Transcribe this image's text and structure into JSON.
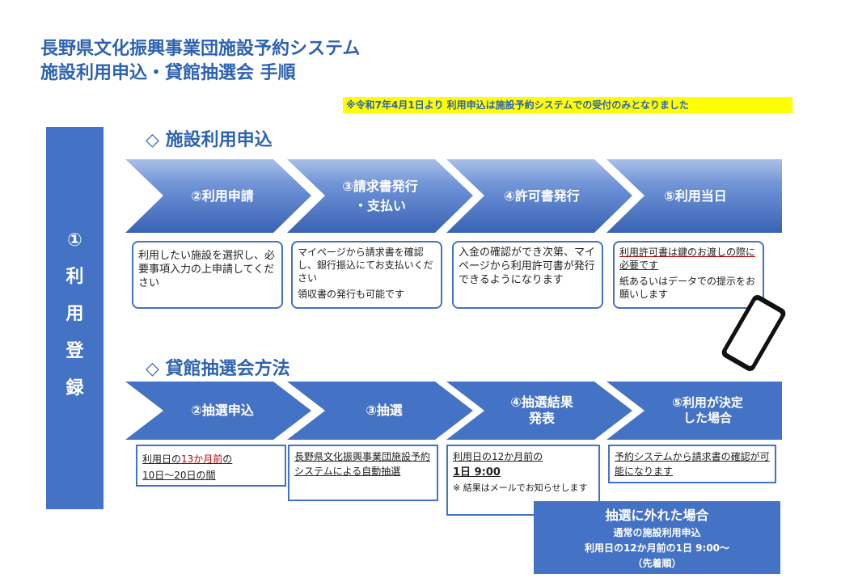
{
  "header": {
    "title_line1": "長野県文化振興事業団施設予約システム",
    "title_line2": "施設利用申込・貸館抽選会 手順",
    "notice": "※令和7年4月1日より 利用申込は施設予約システムでの受付のみとなりました"
  },
  "sidebar": {
    "chars": [
      "①",
      "利",
      "用",
      "登",
      "録"
    ]
  },
  "section1": {
    "title": "◇ 施設利用申込",
    "steps": [
      {
        "line1": "②利用申請",
        "line2": ""
      },
      {
        "line1": "③請求書発行",
        "line2": "・支払い"
      },
      {
        "line1": "④許可書発行",
        "line2": ""
      },
      {
        "line1": "⑤利用当日",
        "line2": ""
      }
    ],
    "box1": "利用したい施設を選択し、必要事項入力の上申請してください",
    "box2_a": "マイページから請求書を確認し、銀行振込にてお支払いください",
    "box2_b": "領収書の発行も可能です",
    "box3": "入金の確認ができ次第、マイページから利用許可書が発行できるようになります",
    "box4_a": "利用許可書は鍵のお渡しの際に必要です",
    "box4_b": "紙あるいはデータでの提示をお願いします"
  },
  "section2": {
    "title": "◇ 貸館抽選会方法",
    "steps": [
      {
        "line1": "②抽選申込",
        "line2": ""
      },
      {
        "line1": "③抽選",
        "line2": ""
      },
      {
        "line1": "④抽選結果",
        "line2": "発表"
      },
      {
        "line1": "⑤利用が決定",
        "line2": "した場合"
      }
    ],
    "box1_a": "利用日の",
    "box1_red": "13か月前",
    "box1_b": "の",
    "box1_c": "10日～20日の間",
    "box2": "長野県文化振興事業団施設予約システムによる自動抽選",
    "box3_a": "利用日の12か月前の",
    "box3_b": "1日 9:00",
    "box3_c": "※ 結果はメールでお知らせします",
    "box4": "予約システムから請求書の確認が可能になります"
  },
  "banner": {
    "title": "抽選に外れた場合",
    "line1": "通常の施設利用申込",
    "line2": "利用日の12か月前の1日 9:00～",
    "line3": "（先着順）"
  },
  "icons": [
    "smartphone-icon"
  ],
  "colors": {
    "primary": "#4472c4",
    "title": "#2e63b0",
    "highlight": "#ffff00",
    "accent_red": "#c00000"
  }
}
